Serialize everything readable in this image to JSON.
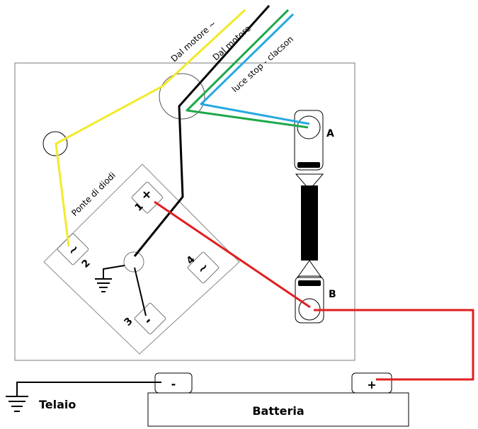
{
  "labels": {
    "wire_yellow": "Dal motore ~",
    "wire_black": "Dal motore -",
    "wire_blue_green": "luce stop - clacson",
    "bridge": "Ponte di diodi",
    "terminal_1": "1",
    "terminal_2": "2",
    "terminal_3": "3",
    "terminal_4": "4",
    "sym_plus": "+",
    "sym_minus": "-",
    "sym_tilde": "~",
    "contact_a": "A",
    "contact_b": "B",
    "battery": "Batteria",
    "battery_minus": "-",
    "battery_plus": "+",
    "ground": "Telaio"
  },
  "colors": {
    "yellow": "#f2ea2a",
    "black": "#000000",
    "green": "#1ea84a",
    "blue": "#27a9e1",
    "red": "#e01e1e",
    "outline": "#7a7a7a"
  }
}
